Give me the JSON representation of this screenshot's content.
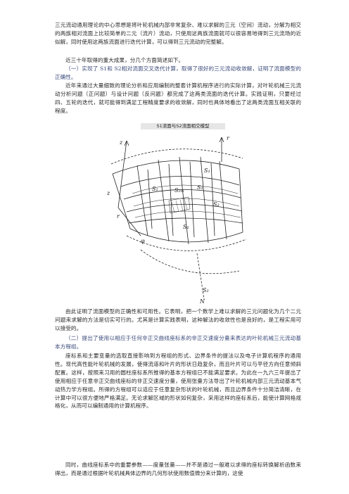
{
  "paragraphs": [
    "三元流动通用理论的中心思想是将叶轮机械内部非常复杂、难以求解的三元（空间）流动，分解为相交的两族相对流面上比较简单的二元（流片）流动，只使用这两族流面就可以很容易地得到三元流场的近似解，同时使用这两族流面进行迭代计算，可以得到三元流动的完整解。",
    "近三十年取得的重大成果，分几个方面简述如下。",
    "（一）实现了 S1和 S2相对流面交叉迭代计算，取得了很好的三元流动收敛解，证明了流面模型的正确性。",
    "近年来通过大量细致的理论分析和应用编制的整套计算机程序进行的实际计算，对叶轮机械三元流动分析问题（正问题）与设计问题（反问题）都完成了这两类流面的迭代计算。实践证明，只要经过四、五轮的迭代，就可能得到满足工程精度要求的收敛解，同时也具体地看出了这两类流面互相关联的程度。",
    "由此证明了流面模型的正确性和可用性。它表明，把一个数学上难以求解的三元问题化为几个二元问题来求解的方法是切实可行的。尤其是计算实践表明，这种解法的收敛性也是良好的，是工程实用可以接受的。",
    "（二）提出了使用以相应于任何非正交曲线座标系的非正交速度分量来表达的叶轮机械三元流动基本方程组。",
    "座标系和主要变量的选取直接影响到方程组的形式、边界条件的提法以及电子计算机程序的通用性。现代高性能叶轮机械的发展，使得流道和叶片的形状日趋复杂，而且叶片可以与平径方向任意倾斜配置。这样，按照来习用的圆柱座标系所推得的基本方程组已不能满足要求。为此在一九六三年提出了使用相应于任意非正交曲线座标的非正交速度分量，使用张量方法导出了叶轮机械内部三元流动基本气动热力学方程组。所得的方程组可以适应于任意复杂形状的叶轮机械，而且边界条件十分简洁清晰，在计算中可以很方便地严格满足。无论求解区域的形状如何复杂，采用这样的座标系后，能使计算网格规格化，从而可以编制通用的计算机程序。",
    "同时，曲线座标系中的重要参数——度量张量——并不是通过一般难以求得的座标转换解析函数来得出，而是通过根据叶轮机械具体边界的几何形状使用数值微分来计算的，这使"
  ],
  "figure": {
    "title": "S1流面与S2流面相交模型",
    "labels": {
      "z": "z",
      "r": "r",
      "s1_top": "S₁",
      "s2_left": "S₂",
      "s2m": "S₂ₘ",
      "s1_mid": "S₁",
      "s2_right": "S₂",
      "s1_low": "S₁",
      "z_left": "z",
      "r_left": "r",
      "phi": "φ",
      "s2r": "S₂",
      "n": "N"
    }
  }
}
